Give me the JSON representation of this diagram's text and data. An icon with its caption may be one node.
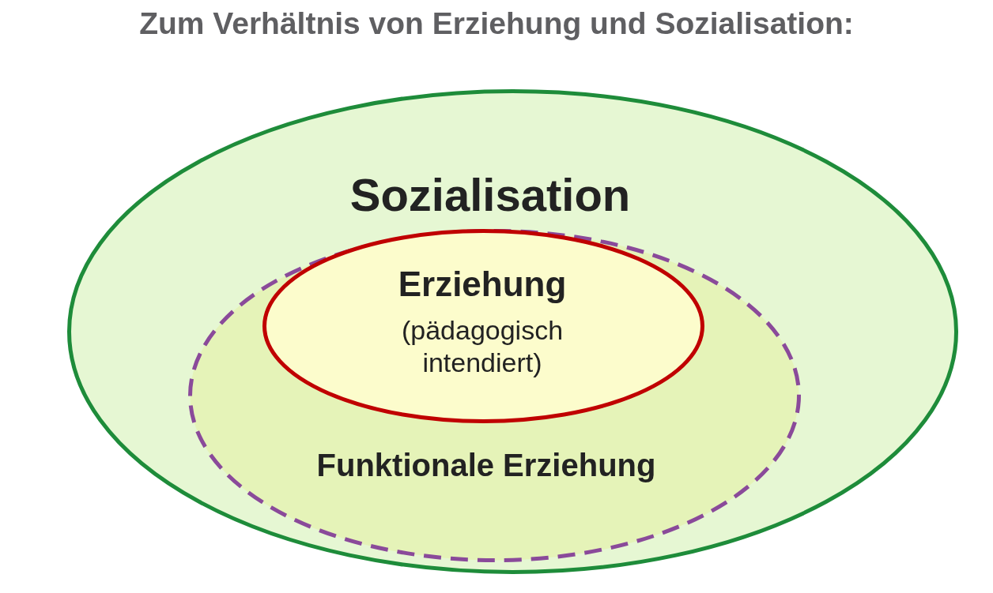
{
  "diagram": {
    "title": "Zum Verhältnis von Erziehung und Sozialisation:",
    "nodes": [
      {
        "text": [
          "Sozialisation"
        ]
      },
      {
        "text": [
          "Funktionale Erziehung"
        ],
        "in": 0
      },
      {
        "text": [
          "Erziehung",
          "(pädagogisch intendiert)"
        ],
        "in": 1
      }
    ]
  }
}
